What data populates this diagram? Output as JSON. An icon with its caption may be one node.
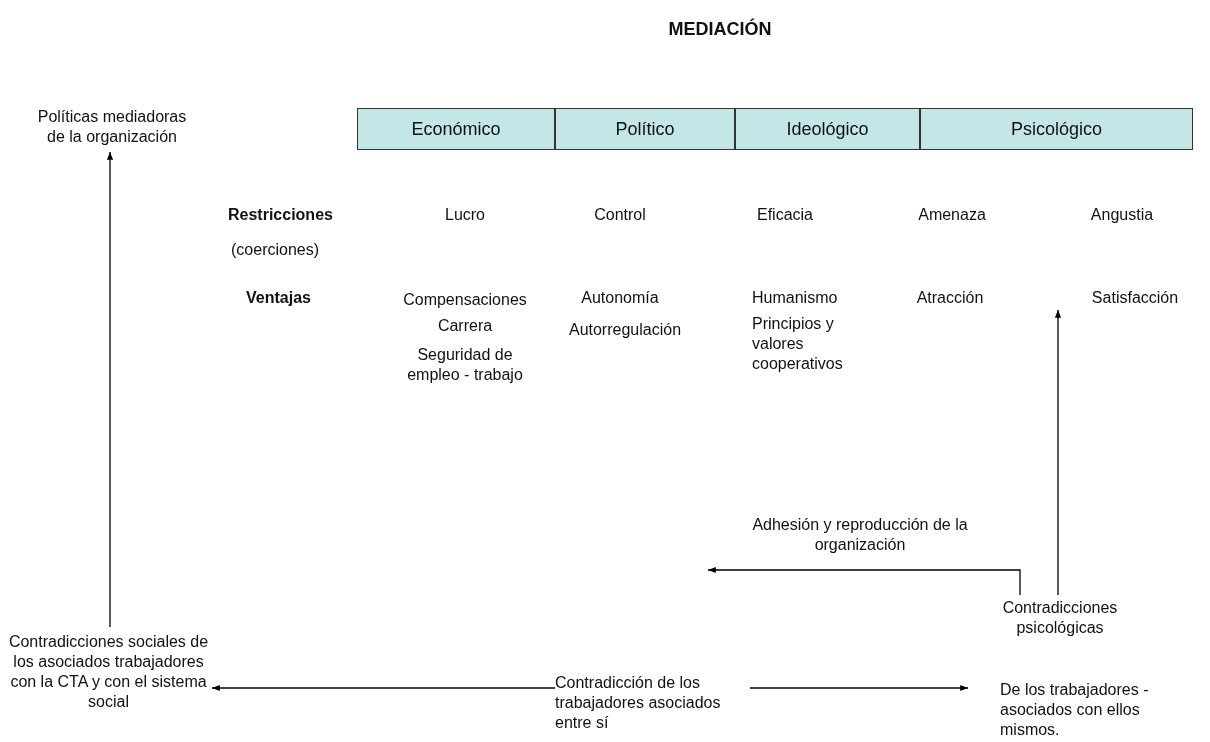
{
  "diagram": {
    "title": "MEDIACIÓN",
    "nodes": [
      {
        "text": [
          "Políticas mediadoras de la organización"
        ]
      },
      {
        "text": [
          "Económico"
        ]
      },
      {
        "text": [
          "Político"
        ]
      },
      {
        "text": [
          "Ideológico"
        ]
      },
      {
        "text": [
          "Psicológico"
        ]
      },
      {
        "text": [
          "Satisfacción"
        ]
      },
      {
        "text": [
          "Contradicciones psicológicas"
        ]
      },
      {
        "text": [
          "Contradicciones sociales de los asociados trabajadores con la CTA y con el sistema social"
        ]
      },
      {
        "text": [
          "Contradicción de los trabajadores asociados entre sí"
        ]
      },
      {
        "text": [
          "De los trabajadores - asociados con ellos mismos."
        ]
      }
    ],
    "edges": [
      {
        "from": 7,
        "to": 0,
        "arrow": "to"
      },
      {
        "from": 6,
        "to": 5,
        "arrow": "to"
      },
      {
        "from": 6,
        "to": null,
        "arrow": "to",
        "label": "Adhesión y reproducción de la organización"
      },
      {
        "from": 8,
        "to": 7,
        "arrow": "to"
      },
      {
        "from": 8,
        "to": 9,
        "arrow": "to"
      }
    ],
    "labels": [
      "Restricciones",
      "Lucro",
      "Control",
      "Eficacia",
      "Amenaza",
      "Angustia",
      "(coerciones)",
      "Ventajas",
      "Compensaciones",
      "Autonomía",
      "Humanismo",
      "Atracción",
      "Carrera",
      "Autorregulación",
      "Principios y valores cooperativos",
      "Seguridad de empleo - trabajo"
    ]
  }
}
